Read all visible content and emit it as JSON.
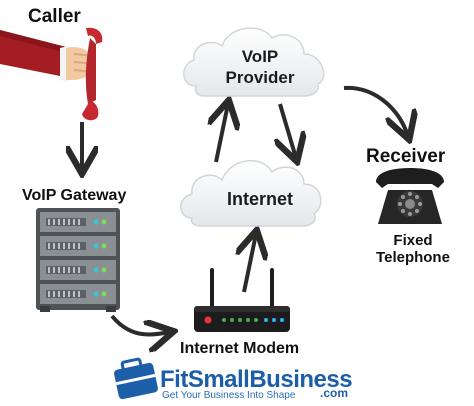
{
  "labels": {
    "caller": "Caller",
    "voip_gateway": "VoIP Gateway",
    "voip_provider_line1": "VoIP",
    "voip_provider_line2": "Provider",
    "internet": "Internet",
    "receiver": "Receiver",
    "fixed_telephone_line1": "Fixed",
    "fixed_telephone_line2": "Telephone",
    "internet_modem": "Internet Modem"
  },
  "brand": {
    "name": "FitSmallBusiness",
    "dotcom": ".com",
    "tagline": "Get Your Business Into Shape"
  },
  "colors": {
    "brand_blue": "#1c5ea8",
    "arrow": "#2b2b2b",
    "handset_red": "#b3262c",
    "server_gray": "#6e7277",
    "cloud": "#f2f4f6"
  },
  "icons": [
    "phone-handset-icon",
    "server-rack-icon",
    "cloud-icon",
    "router-icon",
    "rotary-phone-icon",
    "briefcase-logo-icon"
  ]
}
